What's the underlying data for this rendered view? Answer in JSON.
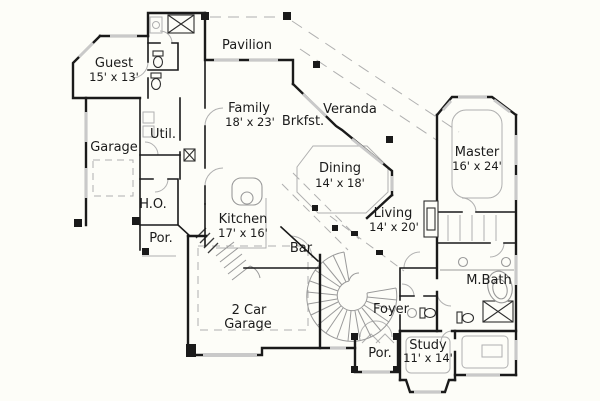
{
  "plan": {
    "palette": {
      "background": "#fdfdf8",
      "wall": "#1a1a1a",
      "detail_gray": "#b0b0b0",
      "window_gray": "#c9c9c9",
      "text": "#1b1b1b"
    },
    "rooms": {
      "pavilion": {
        "label": "Pavilion"
      },
      "guest": {
        "label": "Guest",
        "dims": "15' x 13'"
      },
      "family": {
        "label": "Family",
        "dims": "18' x 23'"
      },
      "brkfst": {
        "label": "Brkfst."
      },
      "veranda": {
        "label": "Veranda"
      },
      "garage": {
        "label": "Garage"
      },
      "util": {
        "label": "Util."
      },
      "dining": {
        "label": "Dining",
        "dims": "14' x 18'"
      },
      "master": {
        "label": "Master",
        "dims": "16' x 24'"
      },
      "ho": {
        "label": "H.O."
      },
      "kitchen": {
        "label": "Kitchen",
        "dims": "17' x 16'"
      },
      "living": {
        "label": "Living",
        "dims": "14' x 20'"
      },
      "por_side": {
        "label": "Por."
      },
      "bar": {
        "label": "Bar"
      },
      "mbath": {
        "label": "M.Bath"
      },
      "garage2": {
        "label_line1": "2 Car",
        "label_line2": "Garage"
      },
      "foyer": {
        "label": "Foyer"
      },
      "por_rear": {
        "label": "Por."
      },
      "study": {
        "label": "Study",
        "dims": "11' x 14'"
      }
    }
  }
}
